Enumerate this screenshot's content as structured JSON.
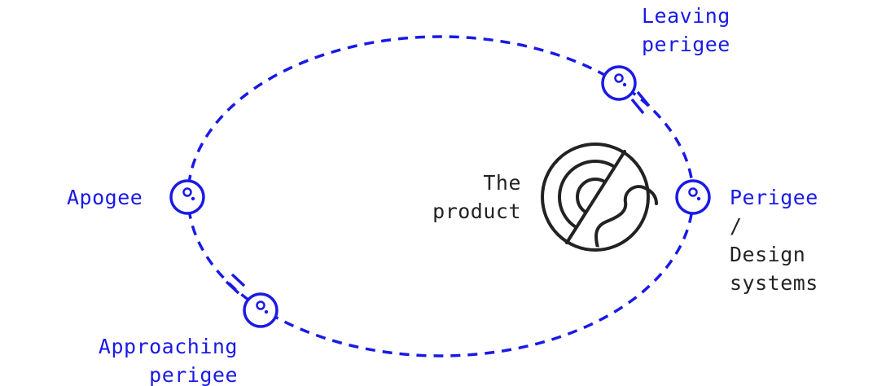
{
  "colors": {
    "orbit": "#1a1ae6",
    "product": "#222222",
    "text_dark": "#222222",
    "background": "#ffffff"
  },
  "labels": {
    "leaving_perigee": [
      "Leaving",
      "perigee"
    ],
    "apogee": [
      "Apogee"
    ],
    "approaching_perigee": [
      "Approaching",
      "perigee"
    ],
    "perigee": [
      "Perigee"
    ],
    "separator": "/",
    "design_systems": [
      "Design",
      "systems"
    ],
    "product": [
      "The",
      "product"
    ]
  },
  "icons": {
    "satellite": "satellite-node-icon",
    "product": "product-planet-icon",
    "speed_marks": "speed-lines-icon"
  }
}
